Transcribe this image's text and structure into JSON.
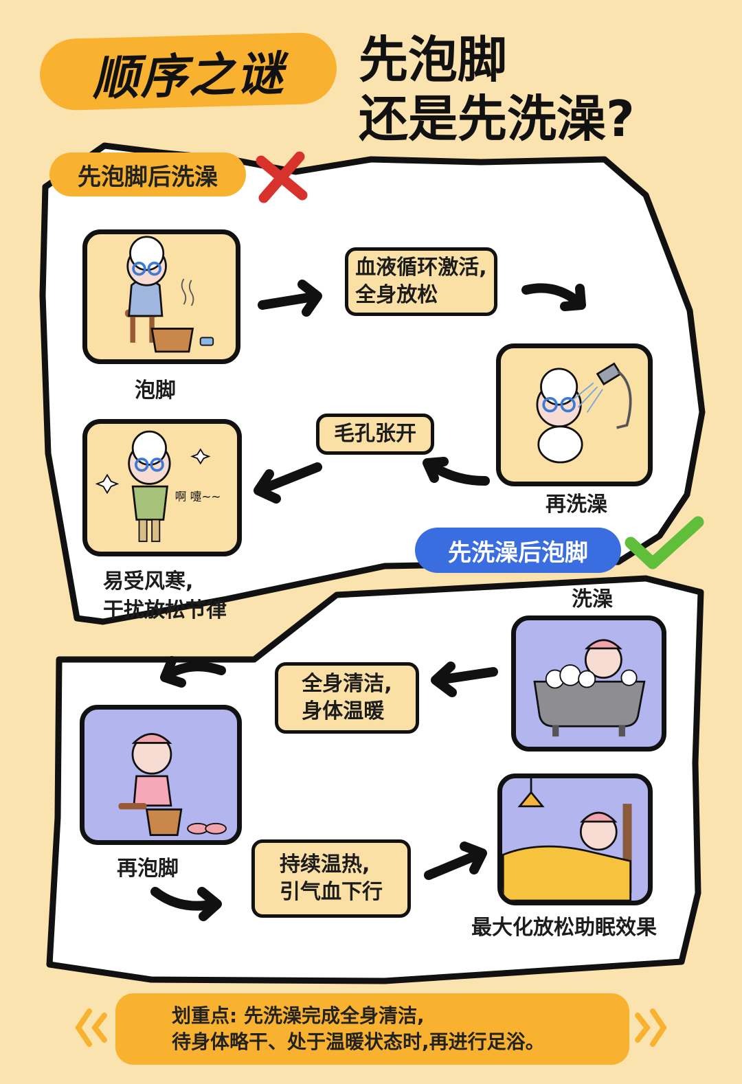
{
  "header": {
    "badge": "顺序之谜",
    "title_line1": "先泡脚",
    "title_line2": "还是先洗澡?"
  },
  "section_wrong": {
    "tag": "先泡脚后洗澡",
    "steps": {
      "step1": "泡脚",
      "arrow_box1": [
        "血液循环激活,",
        "全身放松"
      ],
      "step2": "再洗澡",
      "arrow_box2": "毛孔张开",
      "result": [
        "易受风寒,",
        "干扰放松节律"
      ]
    },
    "colors": {
      "tag": "#f9b230",
      "mark": "#d8322c"
    }
  },
  "section_right": {
    "tag": "先洗澡后泡脚",
    "steps": {
      "step1": "洗澡",
      "arrow_box1": [
        "全身清洁,",
        "身体温暖"
      ],
      "step2": "再泡脚",
      "arrow_box2": [
        "持续温热,",
        "引气血下行"
      ],
      "result": "最大化放松助眠效果"
    },
    "colors": {
      "tag": "#3a6ee0",
      "mark": "#5fbf3a"
    }
  },
  "summary": {
    "line1": "划重点: 先洗澡完成全身清洁,",
    "line2": "待身体略干、处于温暖状态时,再进行足浴。"
  },
  "illustration_text": {
    "sneeze": "啊 嚏~~"
  },
  "icons": [
    "cross-icon",
    "check-icon",
    "arrow-icon",
    "shower-head-icon",
    "bathtub-icon",
    "lamp-icon"
  ]
}
